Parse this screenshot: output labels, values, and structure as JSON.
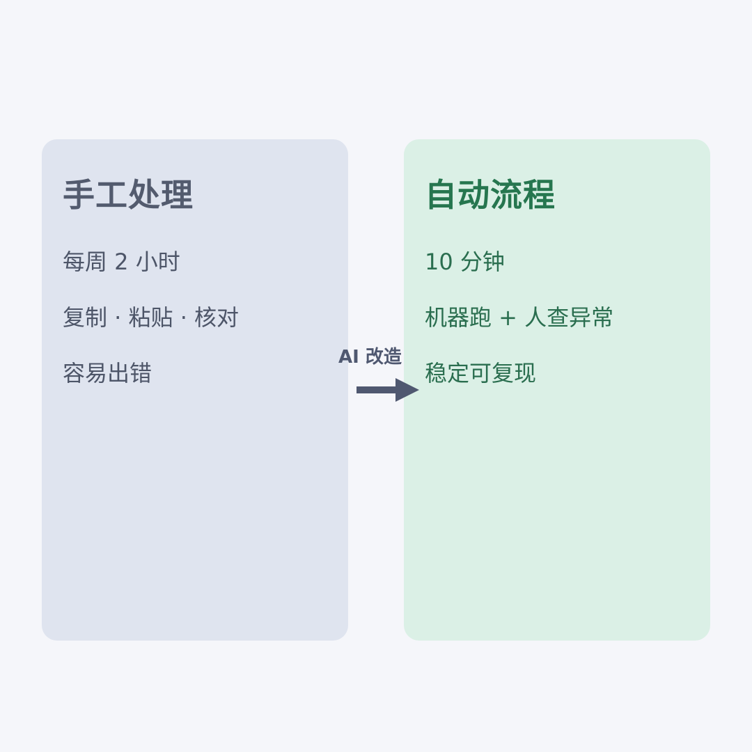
{
  "left_card": {
    "title": "手工处理",
    "items": [
      "每周 2 小时",
      "复制 · 粘贴 · 核对",
      "容易出错"
    ]
  },
  "right_card": {
    "title": "自动流程",
    "items": [
      "10 分钟",
      "机器跑 + 人查异常",
      "稳定可复现"
    ]
  },
  "transition": {
    "label": "AI 改造",
    "icon": "arrow-right-icon"
  },
  "colors": {
    "background": "#f5f6fa",
    "left_card_bg": "#dfe4ef",
    "left_card_text": "#4d5568",
    "right_card_bg": "#dbf0e6",
    "right_card_text": "#2a6e4f",
    "arrow": "#4f5870"
  }
}
